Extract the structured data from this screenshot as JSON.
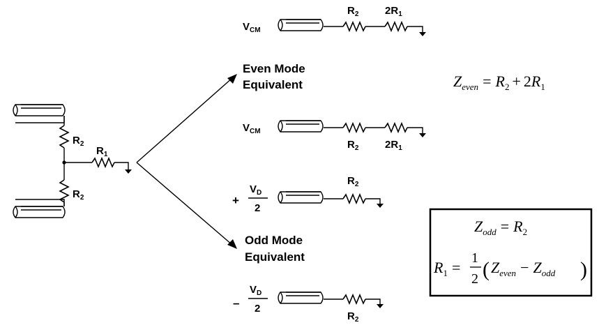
{
  "labels": {
    "even_mode": [
      "Even Mode",
      "Equivalent"
    ],
    "odd_mode": [
      "Odd Mode",
      "Equivalent"
    ],
    "v": "V",
    "cm": "CM",
    "d": "D",
    "two": "2",
    "plus": "+",
    "minus": "–",
    "r": "R",
    "two_r": "2R",
    "sub1": "1",
    "sub2": "2"
  },
  "equations": {
    "z": "Z",
    "even": "even",
    "odd": "odd",
    "r": "R",
    "sub1": "1",
    "sub2": "2",
    "equals": "=",
    "plus": "+",
    "minus": "−",
    "two": "2",
    "one": "1",
    "lparen": "(",
    "rparen": ")"
  }
}
